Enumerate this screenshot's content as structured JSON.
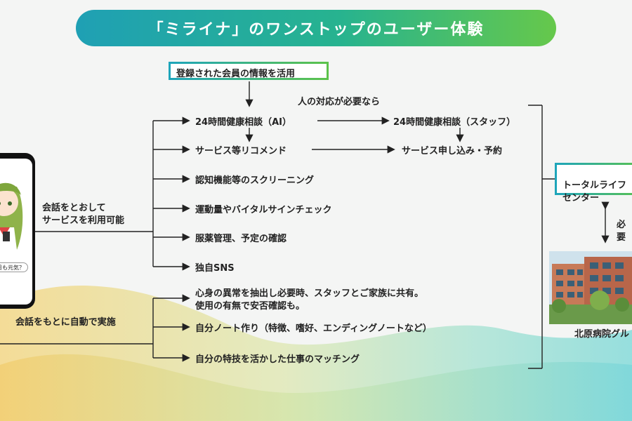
{
  "title": "「ミライナ」のワンストップのユーザー体験",
  "top_box": "登録された会員の情報を活用",
  "human_note": "人の対応が必要なら",
  "conversation_services_label": "会話をとおして\nサービスを利用可能",
  "auto_label": "会話をもとに自動で実施",
  "services": [
    "24時間健康相談（AI）",
    "サービス等リコメンド",
    "認知機能等のスクリーニング",
    "運動量やバイタルサインチェック",
    "服薬管理、予定の確認",
    "独自SNS"
  ],
  "staff_services": [
    "24時間健康相談（スタッフ）",
    "サービス申し込み・予約"
  ],
  "auto_services": [
    "心身の異常を抽出し必要時、スタッフとご家族に共有。\n使用の有無で安否確認も。",
    "自分ノート作り（特徴、嗜好、エンディングノートなど）",
    "自分の特技を活かした仕事のマッチング"
  ],
  "center_box": "トータルライフ\nセンター",
  "need_label": "必要",
  "hospital_label": "北原病院グル",
  "phone_bubble": "日も元気？",
  "colors": {
    "gradient_start": "#1fa0b4",
    "gradient_mid": "#27b38f",
    "gradient_end": "#66c84b"
  }
}
